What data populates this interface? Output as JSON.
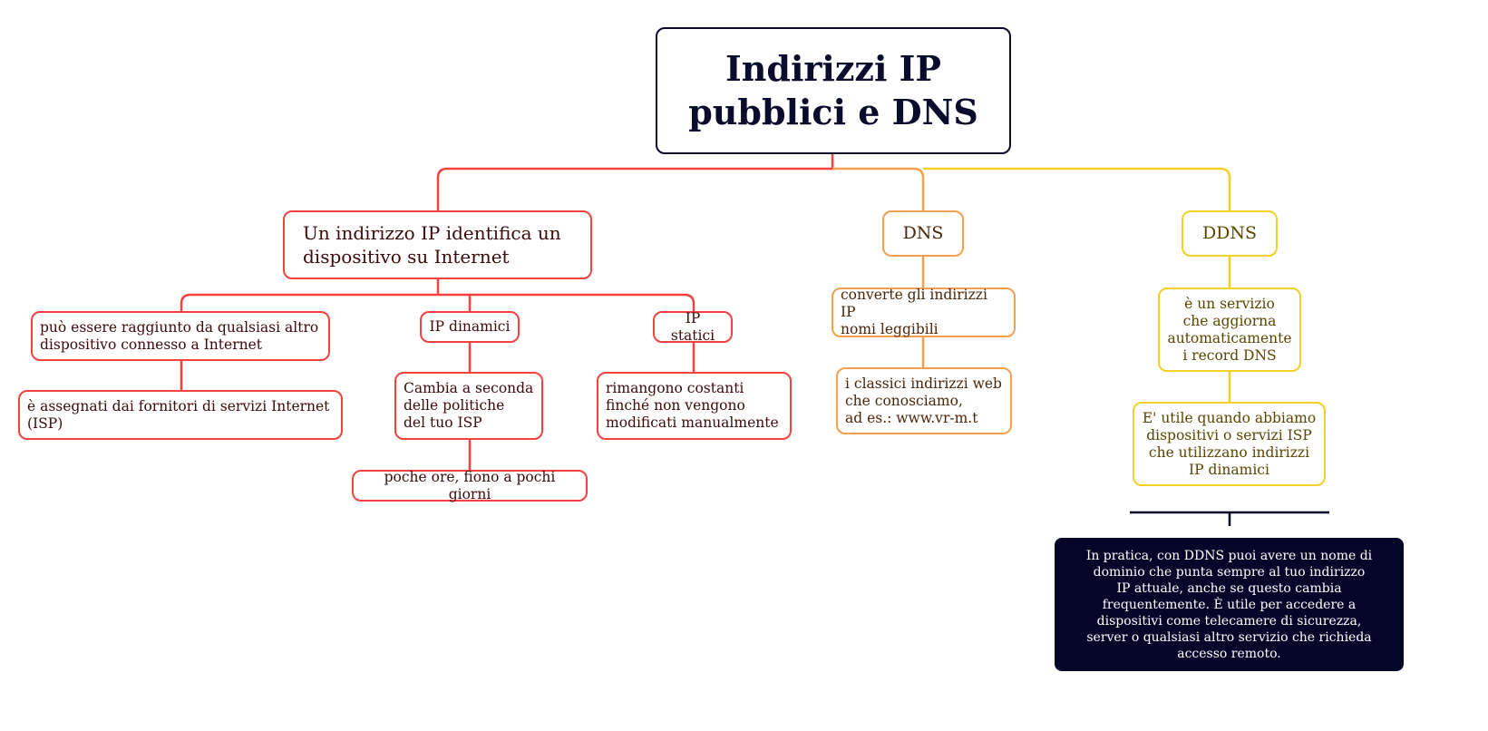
{
  "title": "Indirizzi IP\npubblici e DNS",
  "ip": {
    "label": "Un indirizzo IP identifica un\ndispositivo su Internet",
    "reach": "può essere raggiunto da qualsiasi altro\ndispositivo connesso a Internet",
    "assigned": "è assegnati dai fornitori di servizi Internet\n(ISP)",
    "dynamic": "IP dinamici",
    "dynamic_desc": "Cambia a seconda\ndelle politiche\ndel tuo ISP",
    "dynamic_time": "poche ore, fiono a pochi giorni",
    "static": "IP statici",
    "static_desc": "rimangono costanti\nfinché non vengono\nmodificati manualmente"
  },
  "dns": {
    "label": "DNS",
    "converts": "converte gli indirizzi IP\nnomi leggibili",
    "example": "i classici indirizzi web\nche conosciamo,\nad es.: www.vr-m.t"
  },
  "ddns": {
    "label": "DDNS",
    "service": "è un servizio\nche aggiorna\nautomaticamente\ni record DNS",
    "useful": "E' utile quando abbiamo\ndispositivi o servizi ISP\nche utilizzano indirizzi\nIP dinamici",
    "note": "In pratica, con DDNS puoi avere un nome di\ndominio che punta sempre al tuo indirizzo\nIP attuale, anche se questo cambia\nfrequentemente. È utile per accedere a\ndispositivi come telecamere di sicurezza,\nserver o qualsiasi altro servizio che richieda\naccesso remoto."
  },
  "colors": {
    "red": "#f4433f",
    "orange": "#f5a04f",
    "yellow": "#f4d026",
    "dark": "#05052a"
  }
}
